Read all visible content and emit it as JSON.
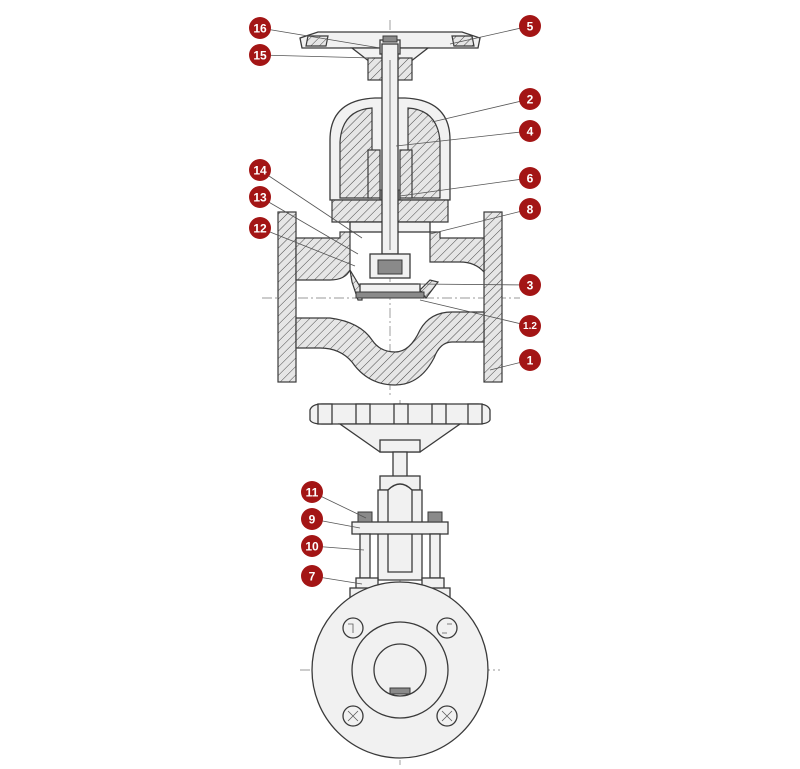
{
  "colors": {
    "badge": "#a31515",
    "badge_text": "#ffffff",
    "line": "#3a3a3a"
  },
  "callouts": [
    {
      "label": "16"
    },
    {
      "label": "5"
    },
    {
      "label": "15"
    },
    {
      "label": "2"
    },
    {
      "label": "4"
    },
    {
      "label": "14"
    },
    {
      "label": "6"
    },
    {
      "label": "13"
    },
    {
      "label": "8"
    },
    {
      "label": "12"
    },
    {
      "label": "3"
    },
    {
      "label": "1.2"
    },
    {
      "label": "1"
    },
    {
      "label": "11"
    },
    {
      "label": "9"
    },
    {
      "label": "10"
    },
    {
      "label": "7"
    }
  ]
}
